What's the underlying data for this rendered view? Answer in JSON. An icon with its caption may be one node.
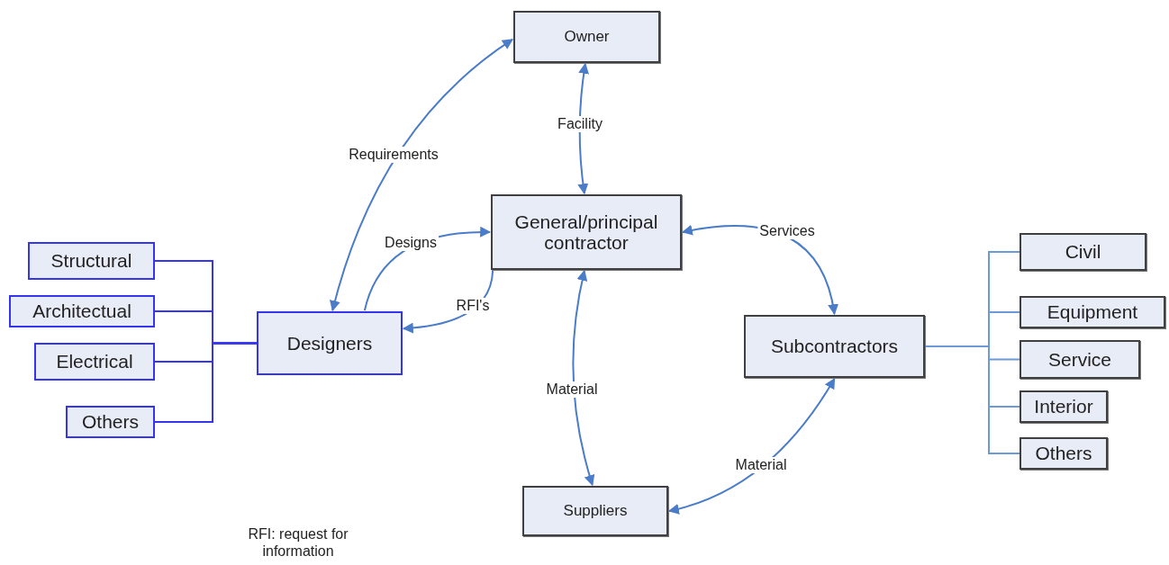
{
  "diagram": {
    "nodes": [
      {
        "text": [
          "Owner"
        ]
      },
      {
        "text": [
          "General/principal contractor"
        ]
      },
      {
        "text": [
          "Designers"
        ]
      },
      {
        "text": [
          "Subcontractors"
        ]
      },
      {
        "text": [
          "Suppliers"
        ]
      },
      {
        "text": [
          "Structural"
        ]
      },
      {
        "text": [
          "Architectual"
        ]
      },
      {
        "text": [
          "Electrical"
        ]
      },
      {
        "text": [
          "Others"
        ]
      },
      {
        "text": [
          "Civil"
        ]
      },
      {
        "text": [
          "Equipment"
        ]
      },
      {
        "text": [
          "Service"
        ]
      },
      {
        "text": [
          "Interior"
        ]
      },
      {
        "text": [
          "Others"
        ]
      }
    ],
    "edges": [
      {
        "from": 0,
        "to": 2,
        "arrow": "both",
        "label": "Requirements"
      },
      {
        "from": 0,
        "to": 1,
        "arrow": "both",
        "label": "Facility"
      },
      {
        "from": 2,
        "to": 1,
        "arrow": "to",
        "label": "Designs"
      },
      {
        "from": 1,
        "to": 2,
        "arrow": "to",
        "label": "RFI's"
      },
      {
        "from": 1,
        "to": 3,
        "arrow": "both",
        "label": "Services"
      },
      {
        "from": 1,
        "to": 4,
        "arrow": "both",
        "label": "Material"
      },
      {
        "from": 3,
        "to": 4,
        "arrow": "both",
        "label": "Material"
      },
      {
        "from": 2,
        "to": 5,
        "arrow": "none",
        "color": "#3535f0"
      },
      {
        "from": 2,
        "to": 6,
        "arrow": "none",
        "color": "#3535f0"
      },
      {
        "from": 2,
        "to": 7,
        "arrow": "none",
        "color": "#3535f0"
      },
      {
        "from": 2,
        "to": 8,
        "arrow": "none",
        "color": "#3535f0"
      },
      {
        "from": 3,
        "to": 9,
        "arrow": "none"
      },
      {
        "from": 3,
        "to": 10,
        "arrow": "none"
      },
      {
        "from": 3,
        "to": 11,
        "arrow": "none"
      },
      {
        "from": 3,
        "to": 12,
        "arrow": "none"
      },
      {
        "from": 3,
        "to": 13,
        "arrow": "none"
      }
    ],
    "labels": [
      "RFI: request for information"
    ]
  }
}
